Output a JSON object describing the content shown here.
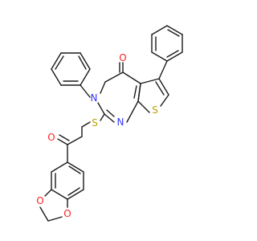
{
  "colors": {
    "bond": "#1a1a1a",
    "oxygen": "#ff2020",
    "nitrogen": "#3333ff",
    "sulfur": "#b8a000",
    "background": "#ffffff"
  },
  "atoms": {
    "o_carbonyl_ring": "O",
    "n_ring_3": "N",
    "n_ring_1": "N",
    "s_thioether": "S",
    "s_thiophene": "S",
    "o_ketone": "O",
    "o_dioxole_1": "O",
    "o_dioxole_2": "O"
  }
}
